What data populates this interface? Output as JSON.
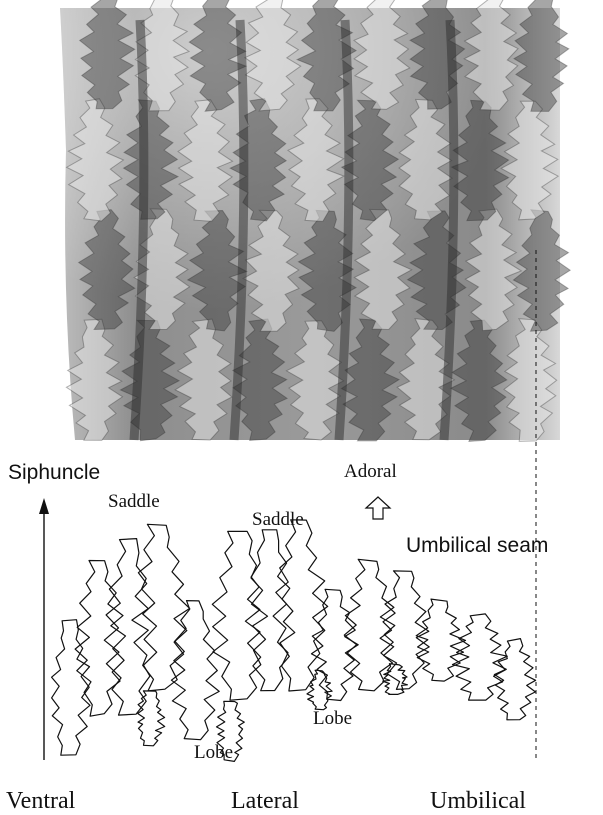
{
  "labels": {
    "siphuncle": "Siphuncle",
    "saddle_left": "Saddle",
    "saddle_center": "Saddle",
    "adoral": "Adoral",
    "umbilical_seam": "Umbilical seam",
    "lobe_right": "Lobe",
    "lobe_center": "Lobe",
    "ventral": "Ventral",
    "lateral": "Lateral",
    "umbilical": "Umbilical"
  },
  "colors": {
    "photo_bg": "#8c8c8c",
    "photo_light": "#e6e6e6",
    "photo_dark": "#3a3a3a",
    "ink": "#111111"
  },
  "icons": {
    "adoral_arrow": "hollow-up-arrow-icon",
    "siphuncle_arrow": "up-arrow-icon"
  }
}
